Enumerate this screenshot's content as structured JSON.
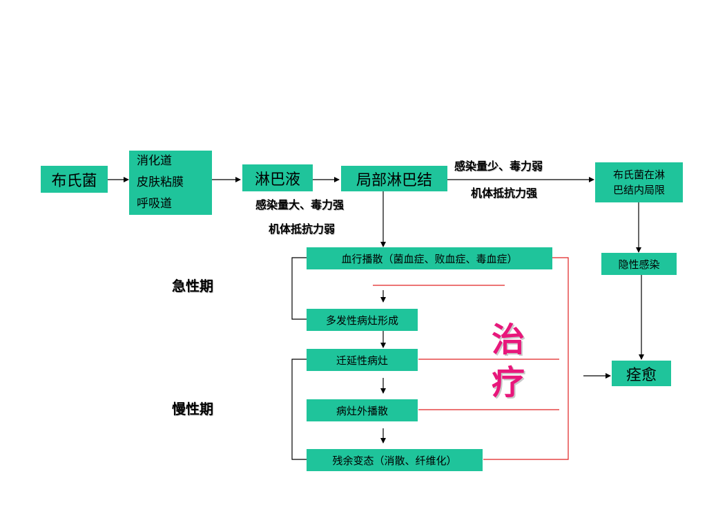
{
  "nodes": {
    "bacteria": "布氏菌",
    "routes": [
      "消化道",
      "皮肤粘膜",
      "呼吸道"
    ],
    "lymph_fluid": "淋巴液",
    "local_node": "局部淋巴结",
    "confined": [
      "布氏菌在淋",
      "巴结内局限"
    ],
    "latent": "隐性感染",
    "bacteremia": "血行播散（菌血症、败血症、毒血症）",
    "multi_foci": "多发性病灶形成",
    "prolonged": "迁延性病灶",
    "foci_spread": "病灶外播散",
    "residual": "残余变态（消散、纤维化）",
    "cured": "痊愈"
  },
  "labels": {
    "weak_infection": "感染量少、毒力弱",
    "strong_resistance": "机体抵抗力强",
    "strong_infection": "感染量大、毒力强",
    "weak_resistance": "机体抵抗力弱"
  },
  "phases": {
    "acute": "急性期",
    "chronic": "慢性期"
  },
  "treatment": [
    "治",
    "疗"
  ],
  "colors": {
    "box": "#1fc49b",
    "treatment_text": "#e8177b",
    "treatment_line": "#e02020"
  }
}
